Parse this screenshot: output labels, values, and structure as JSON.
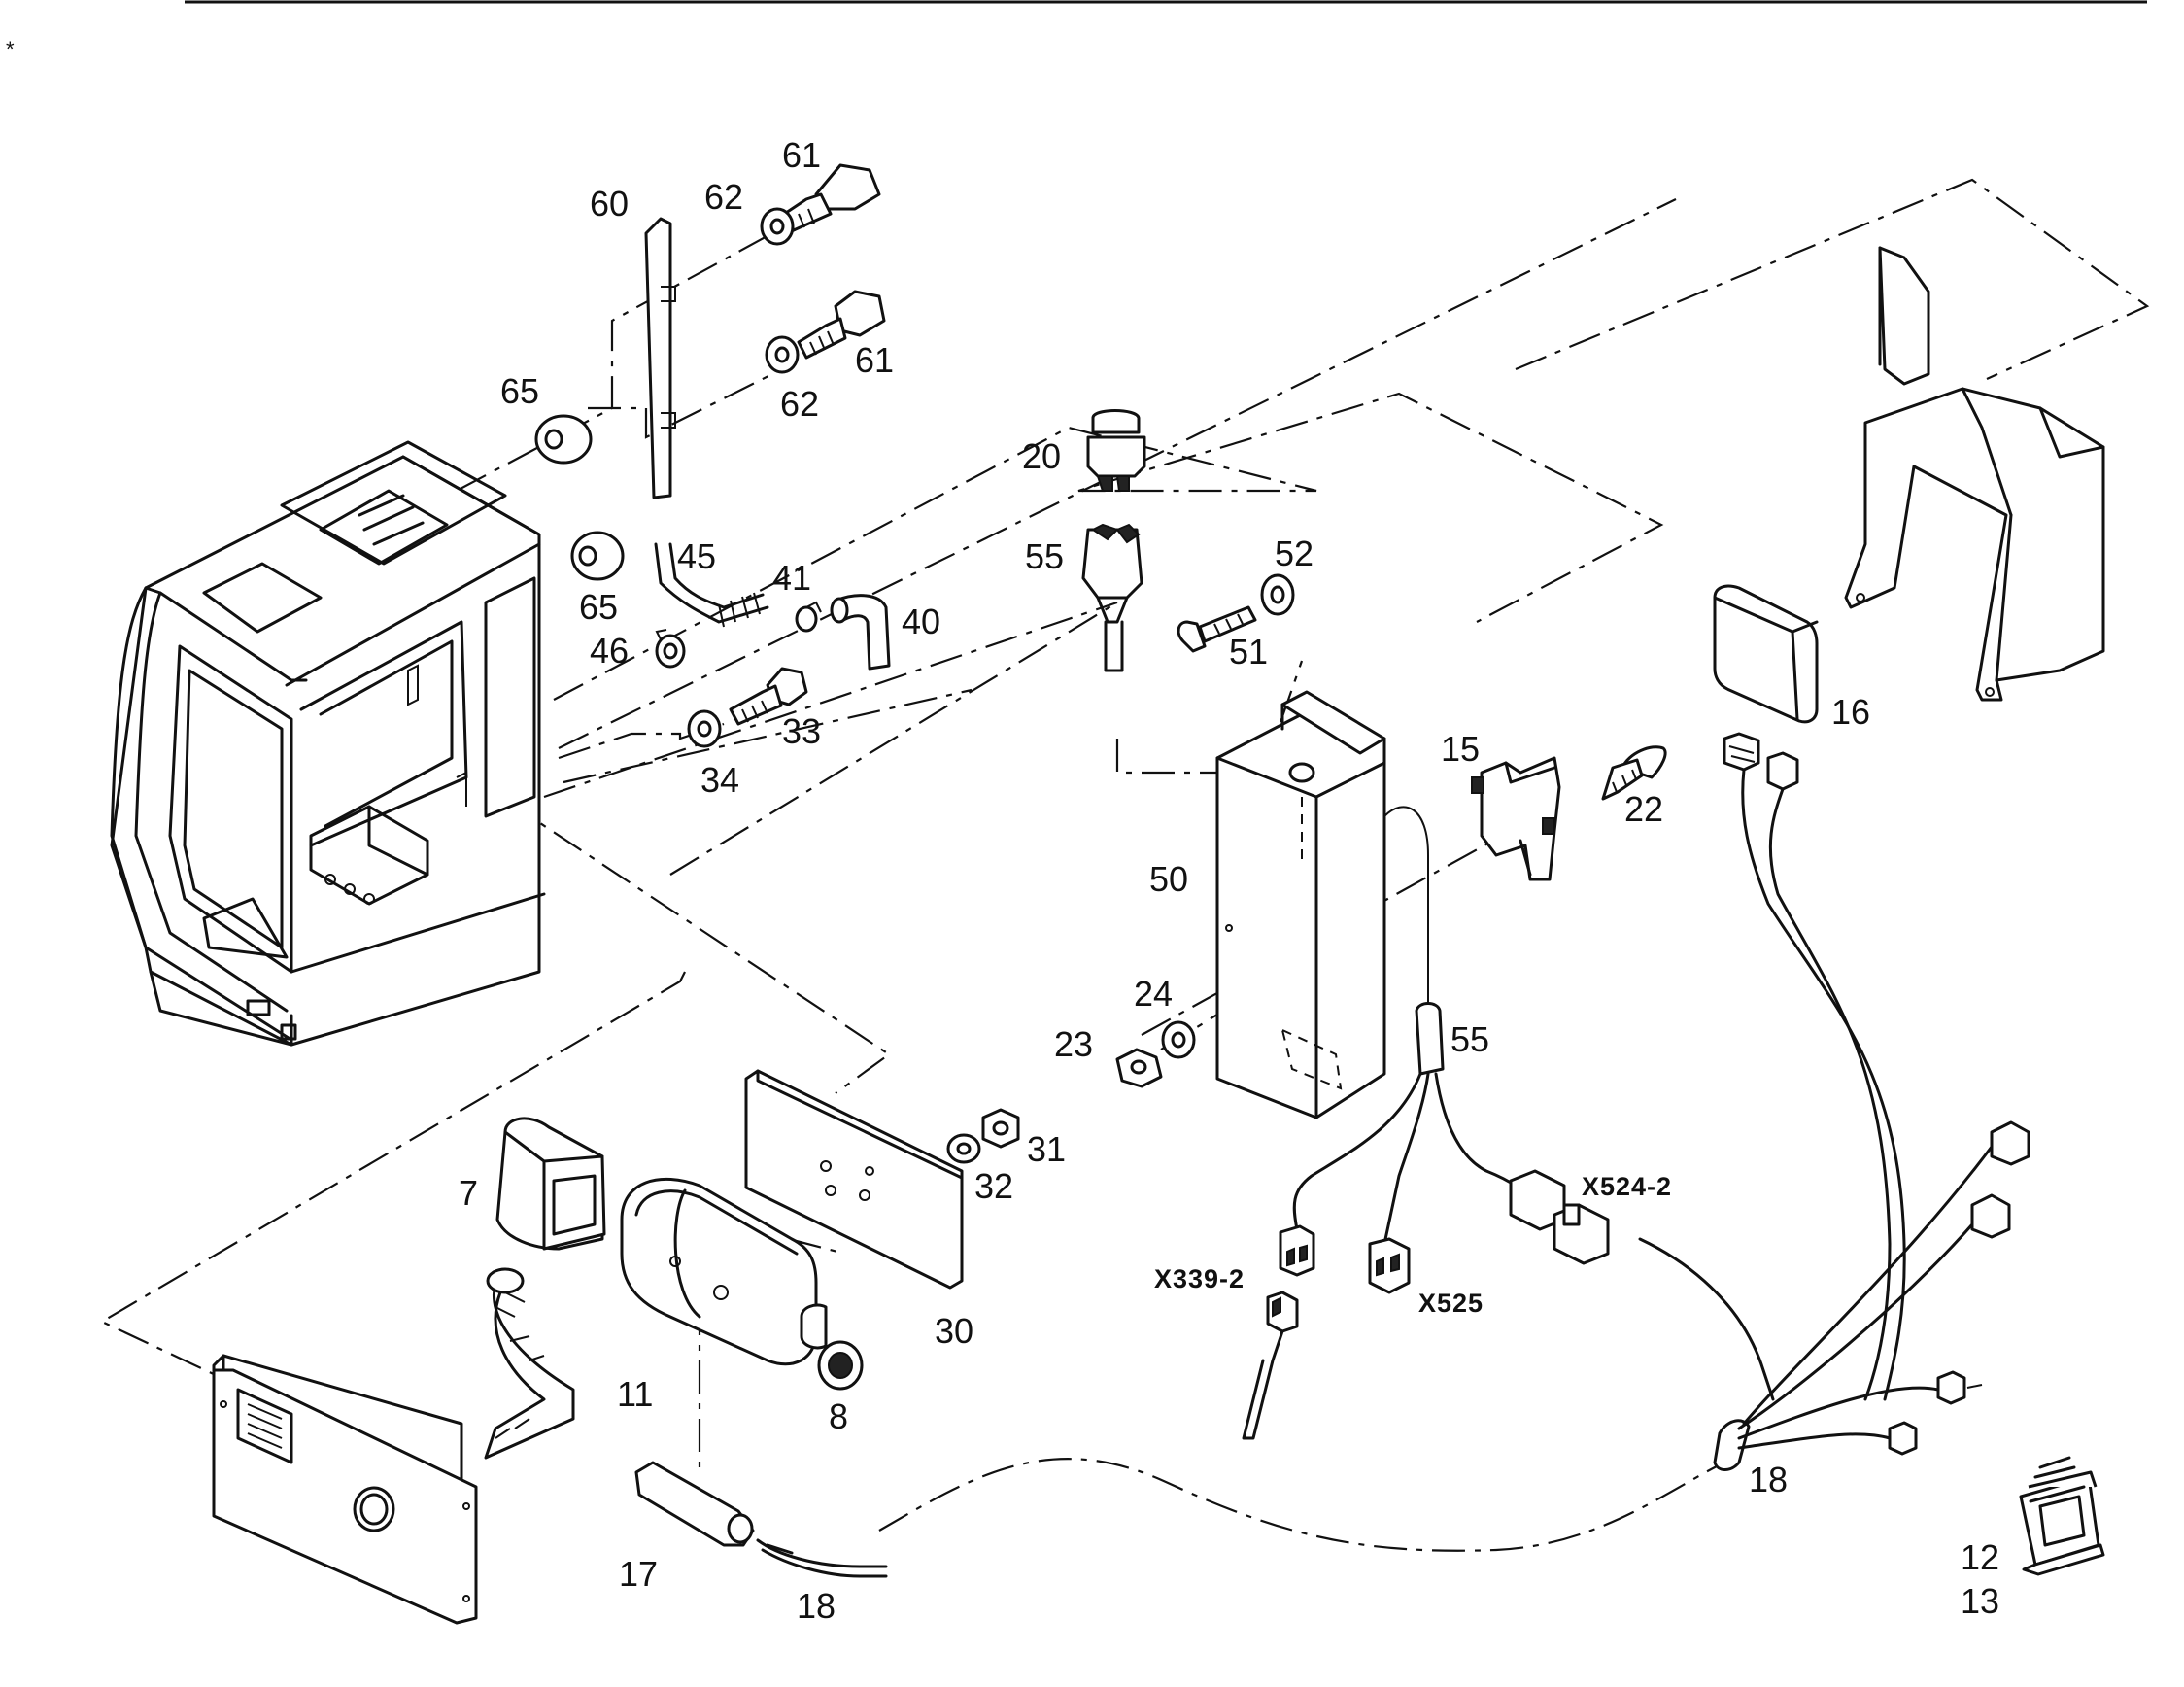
{
  "callouts": {
    "c61a": "61",
    "c62a": "62",
    "c60": "60",
    "c61b": "61",
    "c62b": "62",
    "c65a": "65",
    "c65b": "65",
    "c45": "45",
    "c41": "41",
    "c40": "40",
    "c46": "46",
    "c33": "33",
    "c34": "34",
    "c20": "20",
    "c55a": "55",
    "c52": "52",
    "c51": "51",
    "c16": "16",
    "c15": "15",
    "c22": "22",
    "c50": "50",
    "c24": "24",
    "c23": "23",
    "c55b": "55",
    "c7": "7",
    "c31": "31",
    "c32": "32",
    "c11": "11",
    "c8": "8",
    "c30": "30",
    "c17": "17",
    "c18a": "18",
    "c18b": "18",
    "c12": "12",
    "c13": "13"
  },
  "connectors": {
    "x524": "X524-2",
    "x339": "X339-2",
    "x525": "X525"
  }
}
